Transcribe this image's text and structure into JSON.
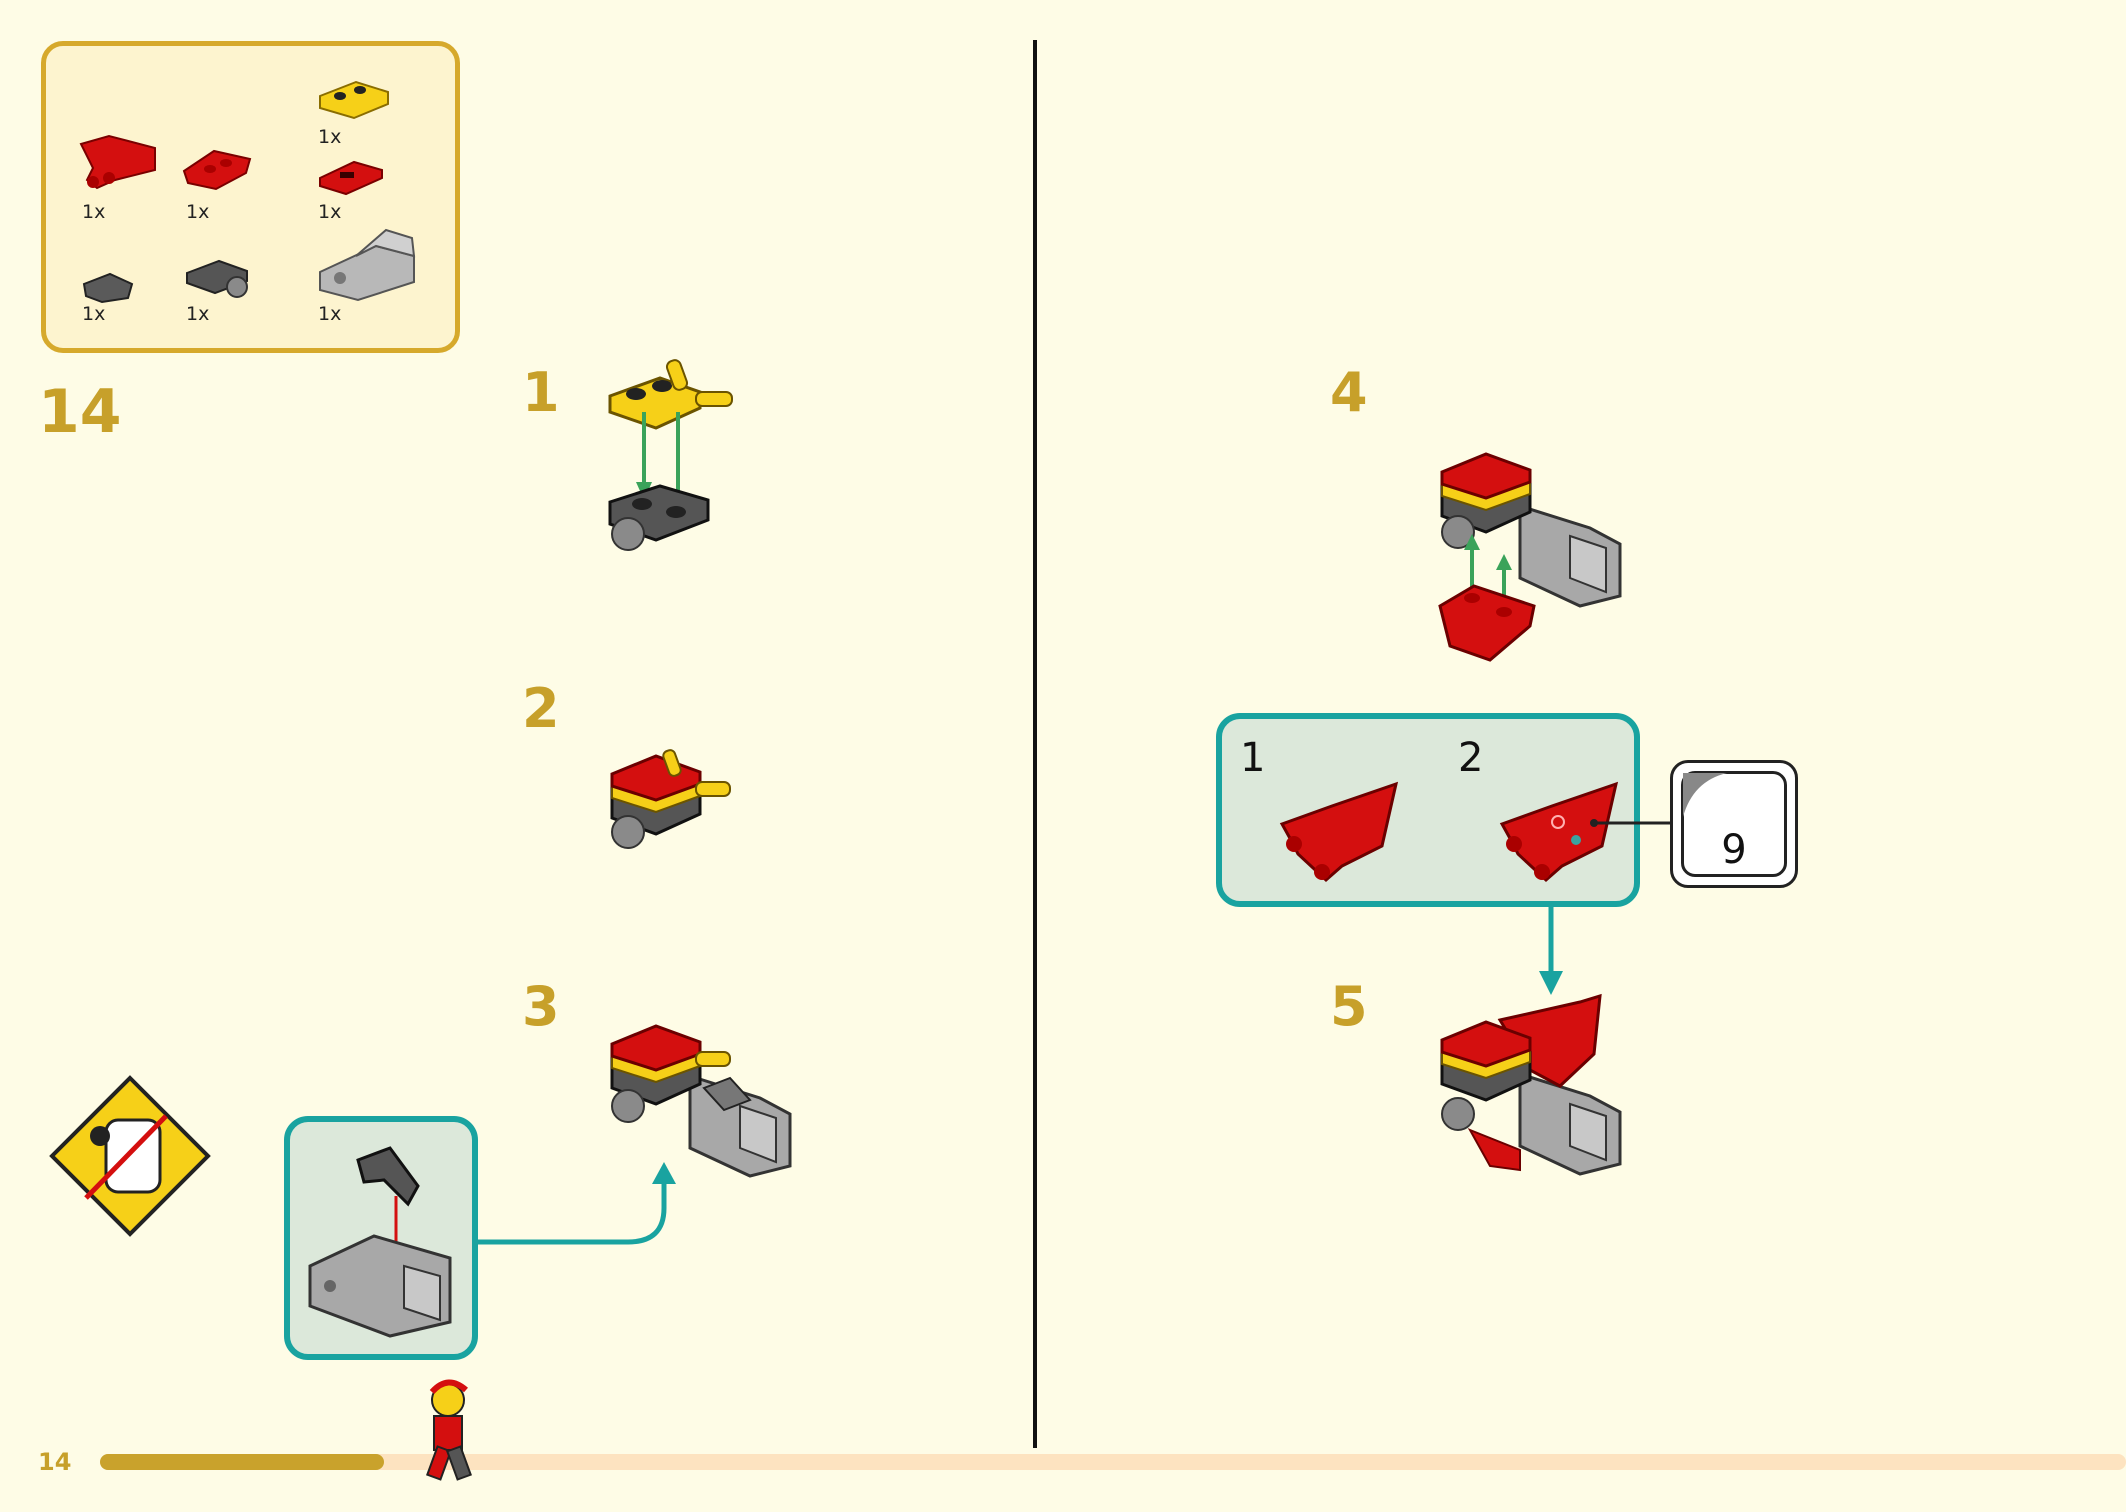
{
  "parts": {
    "items": [
      {
        "name": "red-flag-wedge",
        "qty": "1x"
      },
      {
        "name": "red-curved-slope",
        "qty": "1x"
      },
      {
        "name": "yellow-plate-with-bars",
        "qty": "1x"
      },
      {
        "name": "red-tile",
        "qty": "1x"
      },
      {
        "name": "dark-gray-clip",
        "qty": "1x"
      },
      {
        "name": "dark-gray-plate-ball",
        "qty": "1x"
      },
      {
        "name": "light-gray-brick-technic",
        "qty": "1x"
      }
    ]
  },
  "build": {
    "main_step": "14",
    "substeps": [
      "1",
      "2",
      "3",
      "4",
      "5"
    ],
    "callout_b_labels": [
      "1",
      "2"
    ],
    "sticker_sheet": "9"
  },
  "footer": {
    "page_number": "14",
    "progress_fraction": 0.14
  },
  "colors": {
    "background": "#fefce6",
    "gold": "#c7a02a",
    "teal": "#19a3a0",
    "red": "#d40f0f",
    "yellow": "#f6d018",
    "gray": "#a0a0a0",
    "dark_gray": "#555555",
    "green": "#3aa35a"
  }
}
